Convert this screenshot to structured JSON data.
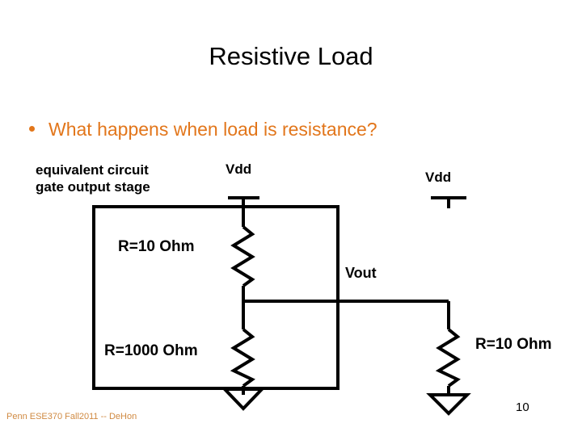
{
  "slide": {
    "title": "Resistive Load",
    "page_number": "10",
    "footer": "Penn ESE370 Fall2011 -- DeHon",
    "background_color": "#ffffff",
    "accent_color": "#e2761b",
    "footer_color": "#d08a42",
    "ink_color": "#000000"
  },
  "bullets": [
    {
      "marker": "bullet-dot",
      "text": "What happens when load is resistance?"
    }
  ],
  "diagram": {
    "name": "resistive-load-circuit",
    "labels": {
      "equivalent_circuit": "equivalent circuit\ngate output stage",
      "equivalent_circuit_line1": "equivalent circuit",
      "equivalent_circuit_line2": "gate output stage",
      "vdd_left": "Vdd",
      "vdd_right": "Vdd",
      "r_top": "R=10 Ohm",
      "r_bottom": "R=1000 Ohm",
      "vout": "Vout",
      "r_load": "R=10 Ohm"
    },
    "components": [
      {
        "id": "r-top",
        "type": "resistor",
        "value": "R=10 Ohm",
        "branch": "driver-pullup"
      },
      {
        "id": "r-bottom",
        "type": "resistor",
        "value": "R=1000 Ohm",
        "branch": "driver-pulldown"
      },
      {
        "id": "r-load",
        "type": "resistor",
        "value": "R=10 Ohm",
        "branch": "load"
      },
      {
        "id": "vdd-left",
        "type": "supply-rail",
        "label": "Vdd"
      },
      {
        "id": "vdd-right",
        "type": "supply-rail",
        "label": "Vdd"
      },
      {
        "id": "gnd-left",
        "type": "ground"
      },
      {
        "id": "gnd-right",
        "type": "ground"
      },
      {
        "id": "node-vout",
        "type": "node",
        "label": "Vout"
      },
      {
        "id": "equivalent-circuit-box",
        "type": "dashed-boundary",
        "label": "equivalent circuit gate output stage"
      }
    ]
  }
}
